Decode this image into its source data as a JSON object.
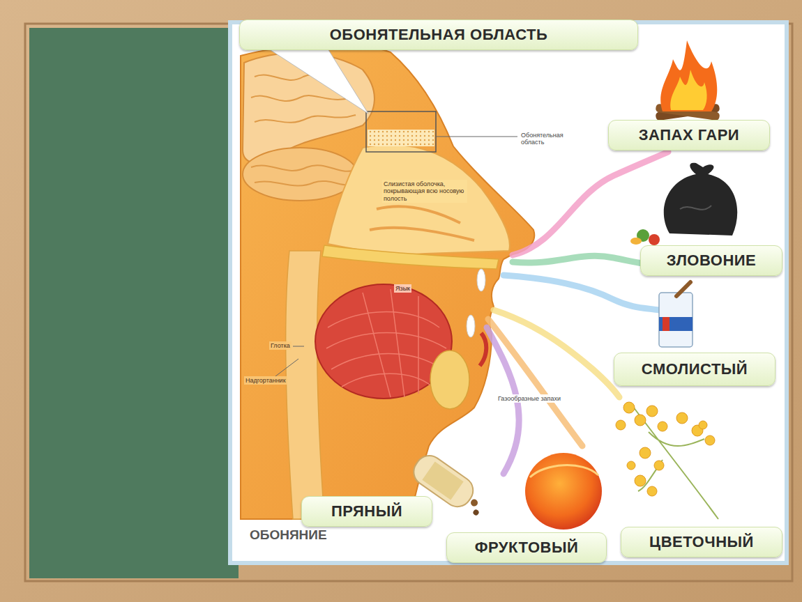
{
  "diagram": {
    "nodes": [
      {
        "text": [
          "ОБОНЯТЕЛЬНАЯ ОБЛАСТЬ"
        ]
      },
      {
        "text": [
          "ЗАПАХ ГАРИ"
        ]
      },
      {
        "text": [
          "ЗЛОВОНИЕ"
        ]
      },
      {
        "text": [
          "СМОЛИСТЫЙ"
        ]
      },
      {
        "text": [
          "ПРЯНЫЙ"
        ]
      },
      {
        "text": [
          "ФРУКТОВЫЙ"
        ]
      },
      {
        "text": [
          "ЦВЕТОЧНЫЙ"
        ]
      }
    ],
    "labels": [
      "Обонятельная область",
      "Слизистая оболочка, покрывающая всю носовую полость",
      "Язык",
      "Глотка",
      "Надгортанник",
      "Газообразные запахи",
      "ОБОНЯНИЕ"
    ]
  }
}
